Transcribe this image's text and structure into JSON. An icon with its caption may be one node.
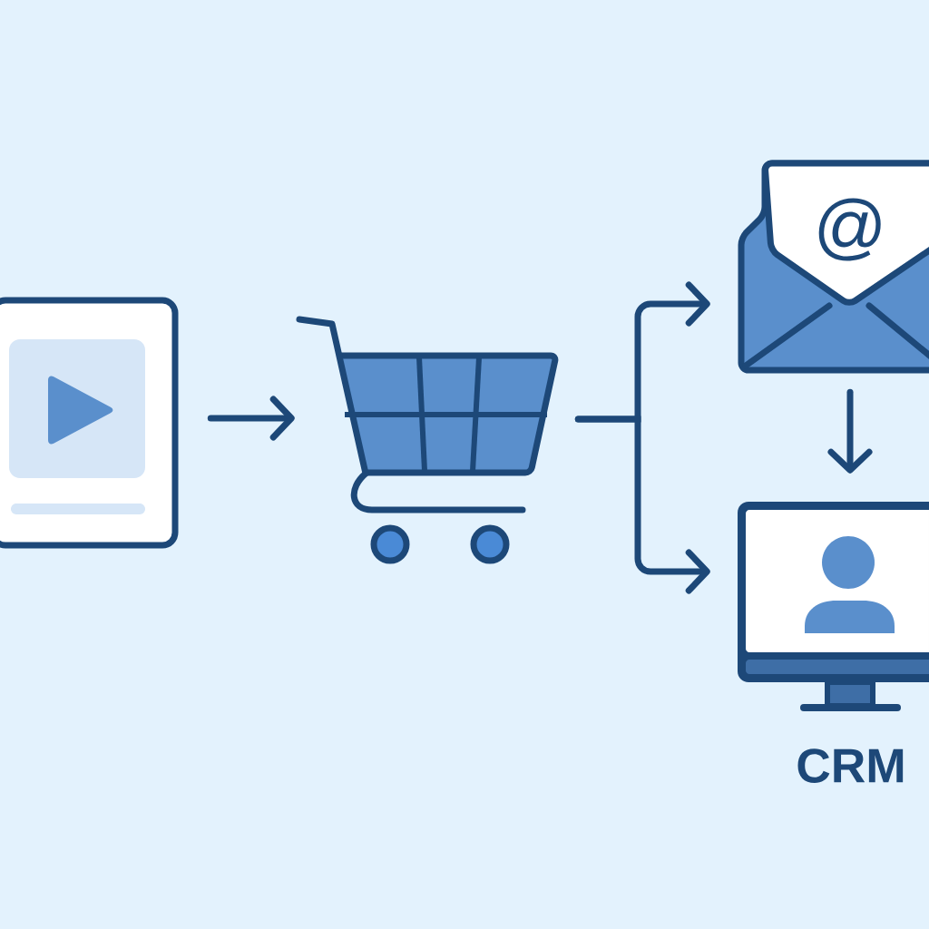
{
  "diagram": {
    "nodes": [
      {
        "text": [],
        "shape": "picture"
      },
      {
        "text": [],
        "shape": "picture"
      },
      {
        "text": [
          "@"
        ]
      },
      {
        "text": [],
        "shape": "picture",
        "beside": [
          "CRM"
        ]
      }
    ],
    "edges": [
      {
        "from": 0,
        "to": 1,
        "arrow": "to"
      },
      {
        "from": 1,
        "to": 2,
        "arrow": "to"
      },
      {
        "from": 1,
        "to": 3,
        "arrow": "to"
      },
      {
        "from": 2,
        "to": 3,
        "arrow": "to"
      }
    ]
  }
}
